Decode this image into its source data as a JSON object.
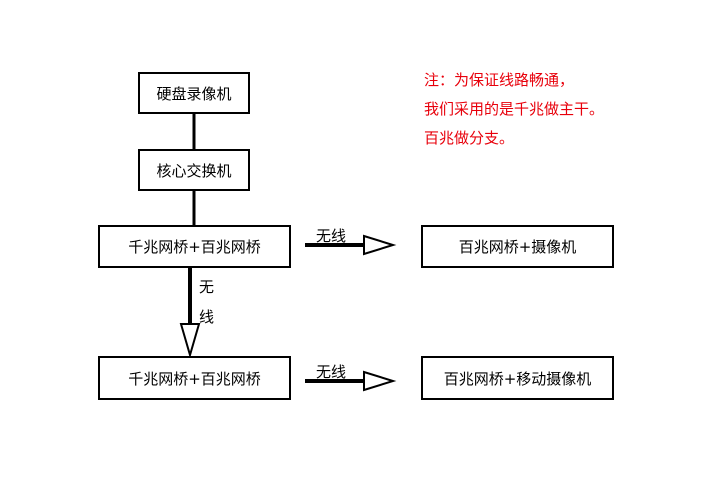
{
  "nodes": {
    "dvr": "硬盘录像机",
    "core_switch": "核心交换机",
    "bridge_row1_left": "千兆网桥+百兆网桥",
    "bridge_row2_left": "千兆网桥+百兆网桥",
    "bridge_row1_right": "百兆网桥+摄像机",
    "bridge_row2_right": "百兆网桥+移动摄像机"
  },
  "edges": {
    "wireless_h1": "无线",
    "wireless_h2": "无线",
    "wireless_v_char1": "无",
    "wireless_v_char2": "线"
  },
  "note": {
    "line1": "注：为保证线路畅通，",
    "line2": "我们采用的是千兆做主干。",
    "line3": "百兆做分支。"
  },
  "colors": {
    "line": "#000000",
    "note_text": "#e8000b",
    "background": "#ffffff"
  }
}
